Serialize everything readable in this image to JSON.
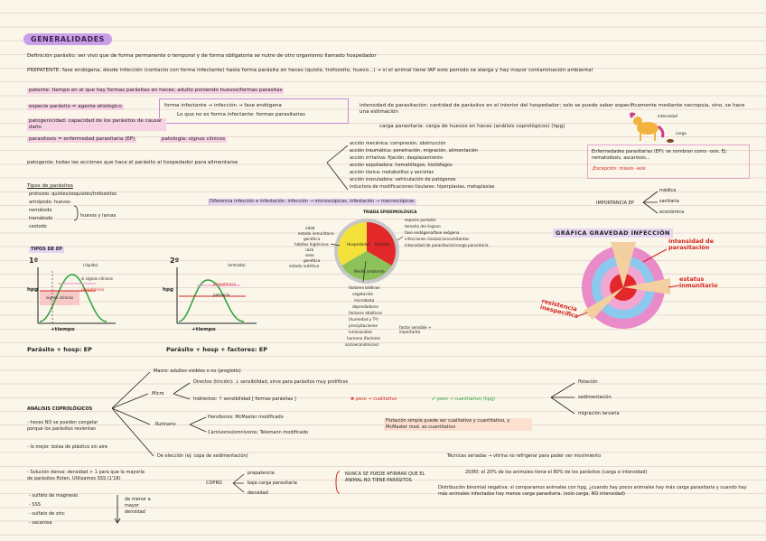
{
  "title": "GENERALIDADES",
  "lines": {
    "definicion": "Definición parásito: ser vivo que de forma permanente o temporal y de forma obligatoria se nutre de otro organismo llamado hospedador",
    "prepatente": "PREPATENTE: fase endógena, desde infección (contacto con forma infectante) hasta forma parásita en heces (quiste, trofozoito, huevo...) → si el animal tiene IAP este periodo se alarga y hay mayor contaminación ambiental",
    "patente": "patente: tiempo en el que hay formas parásitas en heces; adulto poniendo huevos/formas parasitas",
    "especie": "especie parásito = agente etiológico",
    "forma_infectante": "forma infectante → infección → fase endógena",
    "forma_no_infectante": "Lo que no es forma infectante: formas parasitarias",
    "intensidad_parasitacion": "intensidad de parasitación: cantidad de parásitos en el interior del hospedador; solo se puede saber específicamente mediante necropsia, sino, se hace una estimación",
    "patogenicidad": "patogenicidad: capacidad de los parásitos de causar daño",
    "carga_parasitaria": "carga parasitaria: carga de huevos en heces (análisis coprológicos) (hpg)",
    "parasitosis": "parasitosis = enfermedad parasitaria (EP)",
    "patologia": "patología: signos clínicos",
    "patogenia": "patogenia: todas las acciones que hace el parásito al hospedador para alimentarse",
    "acciones": [
      "acción mecánica: compresión, obstrucción",
      "acción traumática: penetración, migración, alimentación",
      "acción irritativa: fijación, desplazamiento",
      "acción expoliadora: hematófagos, histiófagos",
      "acción tóxica: metabolitos y excretas",
      "acción inoculadora: vehiculación de patógenos",
      "inductora de modificaciones tisulares: hiperplasias, metaplasias"
    ],
    "enfermedades_parasitarias": "Enfermedades parasitarias (EP): se nombran como -osis. Ej: nematodosis, ascariosis...",
    "excepcion": "¡Excepción: miasis -asis",
    "intensidad_label": "intensidad",
    "carga_label": "carga",
    "tipos_parasitos_title": "Tipos de parásitos",
    "tipos_parasitos": [
      "protozoo: quistes/ooquistes/trofozoitos",
      "artrópodo: huevos",
      "nemátodo",
      "tremátodo",
      "cestodo"
    ],
    "huevos_larvas": "huevos y larvas",
    "diferencia": "Diferencia infección e infestación: infección → microscópicas, infestación → macroscópicas",
    "triada": "TRIADA EPIDEMIOLÓGICA",
    "importancia": "IMPORTANCIA EP",
    "importancia_items": [
      "médica",
      "sanitaria",
      "económica"
    ],
    "hospedador": "Hospedador",
    "parasito": "Parásito",
    "medio_ambiente": "Medio ambiente",
    "hosp_factors": [
      "edad",
      "estado inmunitario",
      "genética",
      "hábitos higiénicos",
      "raza",
      "sexo",
      "genética",
      "estado nutritivo"
    ],
    "par_factors": [
      "especie parásito",
      "tamaño del órgano",
      "fase endógena/fase exógena",
      "infecciones mixtas/concomitantes",
      "intensidad de parasitación/carga parasitaria"
    ],
    "amb_factors": [
      "factores bióticos",
      "vegetación",
      "microbiota",
      "depredadores",
      "factores abióticos",
      "(humedad y Tª)",
      "precipitaciones",
      "luminosidad",
      "humano (factores",
      "socioeconómicos)"
    ],
    "factor_sensible": "factor sensible + importante",
    "tipos_ep": "TIPOS DE EP",
    "g1": "1º",
    "g2": "2º",
    "rapida": "(rápida)",
    "ventrada": "(entrada)",
    "hpg": "hpg",
    "tiempo": "+tiempo",
    "signos_clinicos": "signos clínicos",
    "prepatencia": "prepatencia",
    "patencia": "patencia",
    "si_signos": "si signos clínicos",
    "ep1": "Parásito + hosp: EP",
    "ep2": "Parásito + hosp + factores: EP",
    "grafica_title": "GRÁFICA GRAVEDAD INFECCIÓN",
    "intensidad_paras": "intensidad de parasitación",
    "estatus": "estatus inmunitario",
    "resistencia": "resistencia inespecífica",
    "macro": "Macro: adultos visibles o no (proglotis)",
    "micro": "Micro",
    "directos": "Directos (tinción): ↓ sensibilidad, sirve para parásitos muy prolíficos",
    "indirectos_a": "Indirectos: ↑ sensibilidad [ formas parásitas ]",
    "indirectos_b": "peso → cualitativo",
    "indirectos_c": "peso → cuantitativo (hpg)",
    "flotacion": "flotación",
    "sedimentacion": "sedimentación",
    "migracion": "migración larvaria",
    "rutinario": "Rutinario",
    "herviboros": "Hervíboros: McMaster modificado",
    "carnivoros": "Carnívoros/omnívoros: Telemann modificado",
    "flotacion_simple": "Flotación simple puede ser cualitativo y cuantitativo, y McMaster mod. es cuantitativo",
    "eleccion": "De elección (ej: copa de sedimentación)",
    "analisis": "ANÁLISIS COPROLÓGICOS",
    "heces_notes": [
      "- heces NO se pueden congelar porque los parásitos revientan",
      "- lo mejor: bolsa de plástico sin aire"
    ],
    "tecnicas": "Técnicas seriadas → vitrina no refrigerar para poder ver movimiento",
    "regla": "20/80: el 20% de los animales tiene el 80% de los parásitos (carga e intensidad)",
    "solucion": "- Solución densa: densidad > 1 para que la mayoría de parásitos floten. Utilizamos SSS (1'18)",
    "solutions": [
      "- sulfato de magnesio",
      "- SSS",
      "- sulfato de zinc",
      "- sacarosa"
    ],
    "densidad_note": "de menor a mayor densidad",
    "copro": "COPRO",
    "copro_items": [
      "prepatencia",
      "baja carga parasitaria",
      "densidad"
    ],
    "nunca": "NUNCA SE PUEDE AFIRMAR QUE EL ANIMAL NO TIENE PARÁSITOS",
    "binomial": "Distribución binomial negativa: si comparamos animales con hpg, ¿cuando hay pocos animales hay más carga parasitaria y cuando hay más animales infectados hay menos carga parasitaria. (solo carga, NO intensidad)"
  },
  "colors": {
    "title_bg": "#c9a0e8",
    "accent_red": "#d2241e",
    "ring_pink": "#e98ac9",
    "ring_blue": "#8cc9ef",
    "pie_yellow": "#f4e23a",
    "pie_red": "#e22828",
    "pie_green": "#8dc25a"
  }
}
